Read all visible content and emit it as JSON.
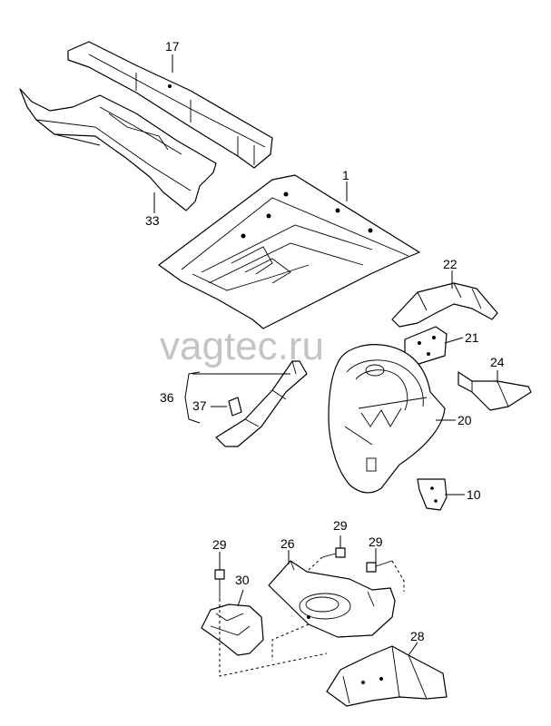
{
  "watermark": "vagtec.ru",
  "callouts": {
    "p17": "17",
    "p1": "1",
    "p33": "33",
    "p22": "22",
    "p21": "21",
    "p24": "24",
    "p36": "36",
    "p37": "37",
    "p20": "20",
    "p10": "10",
    "p29a": "29",
    "p26": "26",
    "p29b": "29",
    "p29c": "29",
    "p30": "30",
    "p28": "28"
  }
}
